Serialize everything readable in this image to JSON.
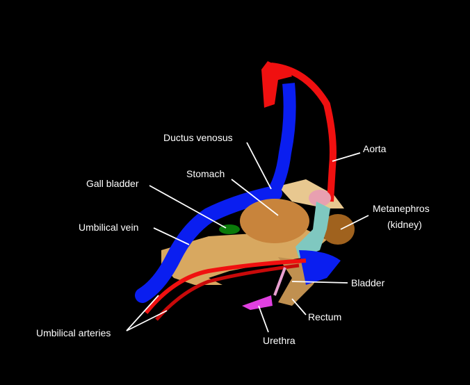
{
  "labels": {
    "ductus_venosus": "Ductus venosus",
    "aorta": "Aorta",
    "stomach": "Stomach",
    "gall_bladder": "Gall bladder",
    "metanephros_line1": "Metanephros",
    "metanephros_line2": "(kidney)",
    "umbilical_vein": "Umbilical vein",
    "bladder": "Bladder",
    "rectum": "Rectum",
    "urethra": "Urethra",
    "umbilical_arteries": "Umbilical arteries"
  },
  "colors": {
    "background": "#000000",
    "vein": "#0a1ef0",
    "artery": "#f01010",
    "stomach": "#c8843c",
    "gall_bladder": "#0a7a0a",
    "kidney": "#a0621e",
    "mesentery": "#d8a860",
    "bladder": "#7fc8c0",
    "urethra": "#e040e0"
  }
}
